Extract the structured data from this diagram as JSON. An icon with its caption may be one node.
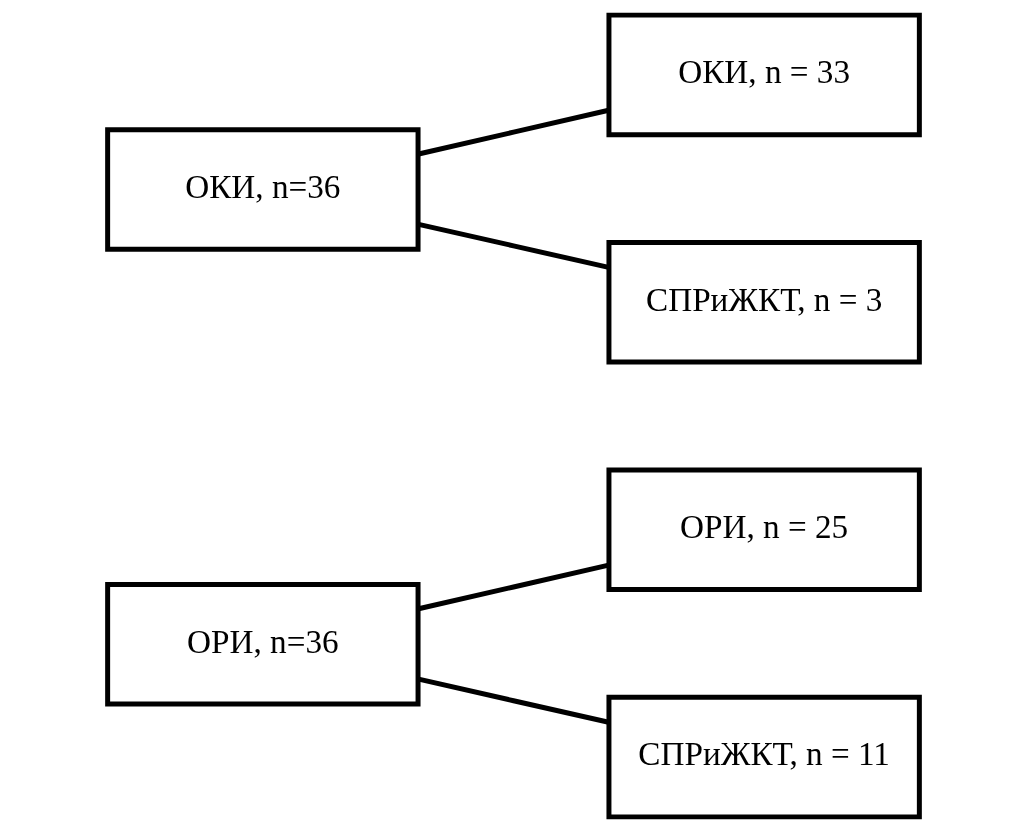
{
  "diagram": {
    "nodes": [
      {
        "text": [
          "ОРИ, n=36"
        ]
      },
      {
        "text": [
          "ОРИ, n = 25"
        ]
      },
      {
        "text": [
          "СПРиЖКТ, n = 11"
        ]
      },
      {
        "text": [
          "ОКИ, n=36"
        ]
      },
      {
        "text": [
          "ОКИ, n = 33"
        ]
      },
      {
        "text": [
          "СПРиЖКТ, n = 3"
        ]
      }
    ],
    "edges": [
      {
        "from": 0,
        "to": 1,
        "arrow": "none"
      },
      {
        "from": 0,
        "to": 2,
        "arrow": "none"
      },
      {
        "from": 3,
        "to": 4,
        "arrow": "none"
      },
      {
        "from": 3,
        "to": 5,
        "arrow": "none"
      }
    ]
  }
}
